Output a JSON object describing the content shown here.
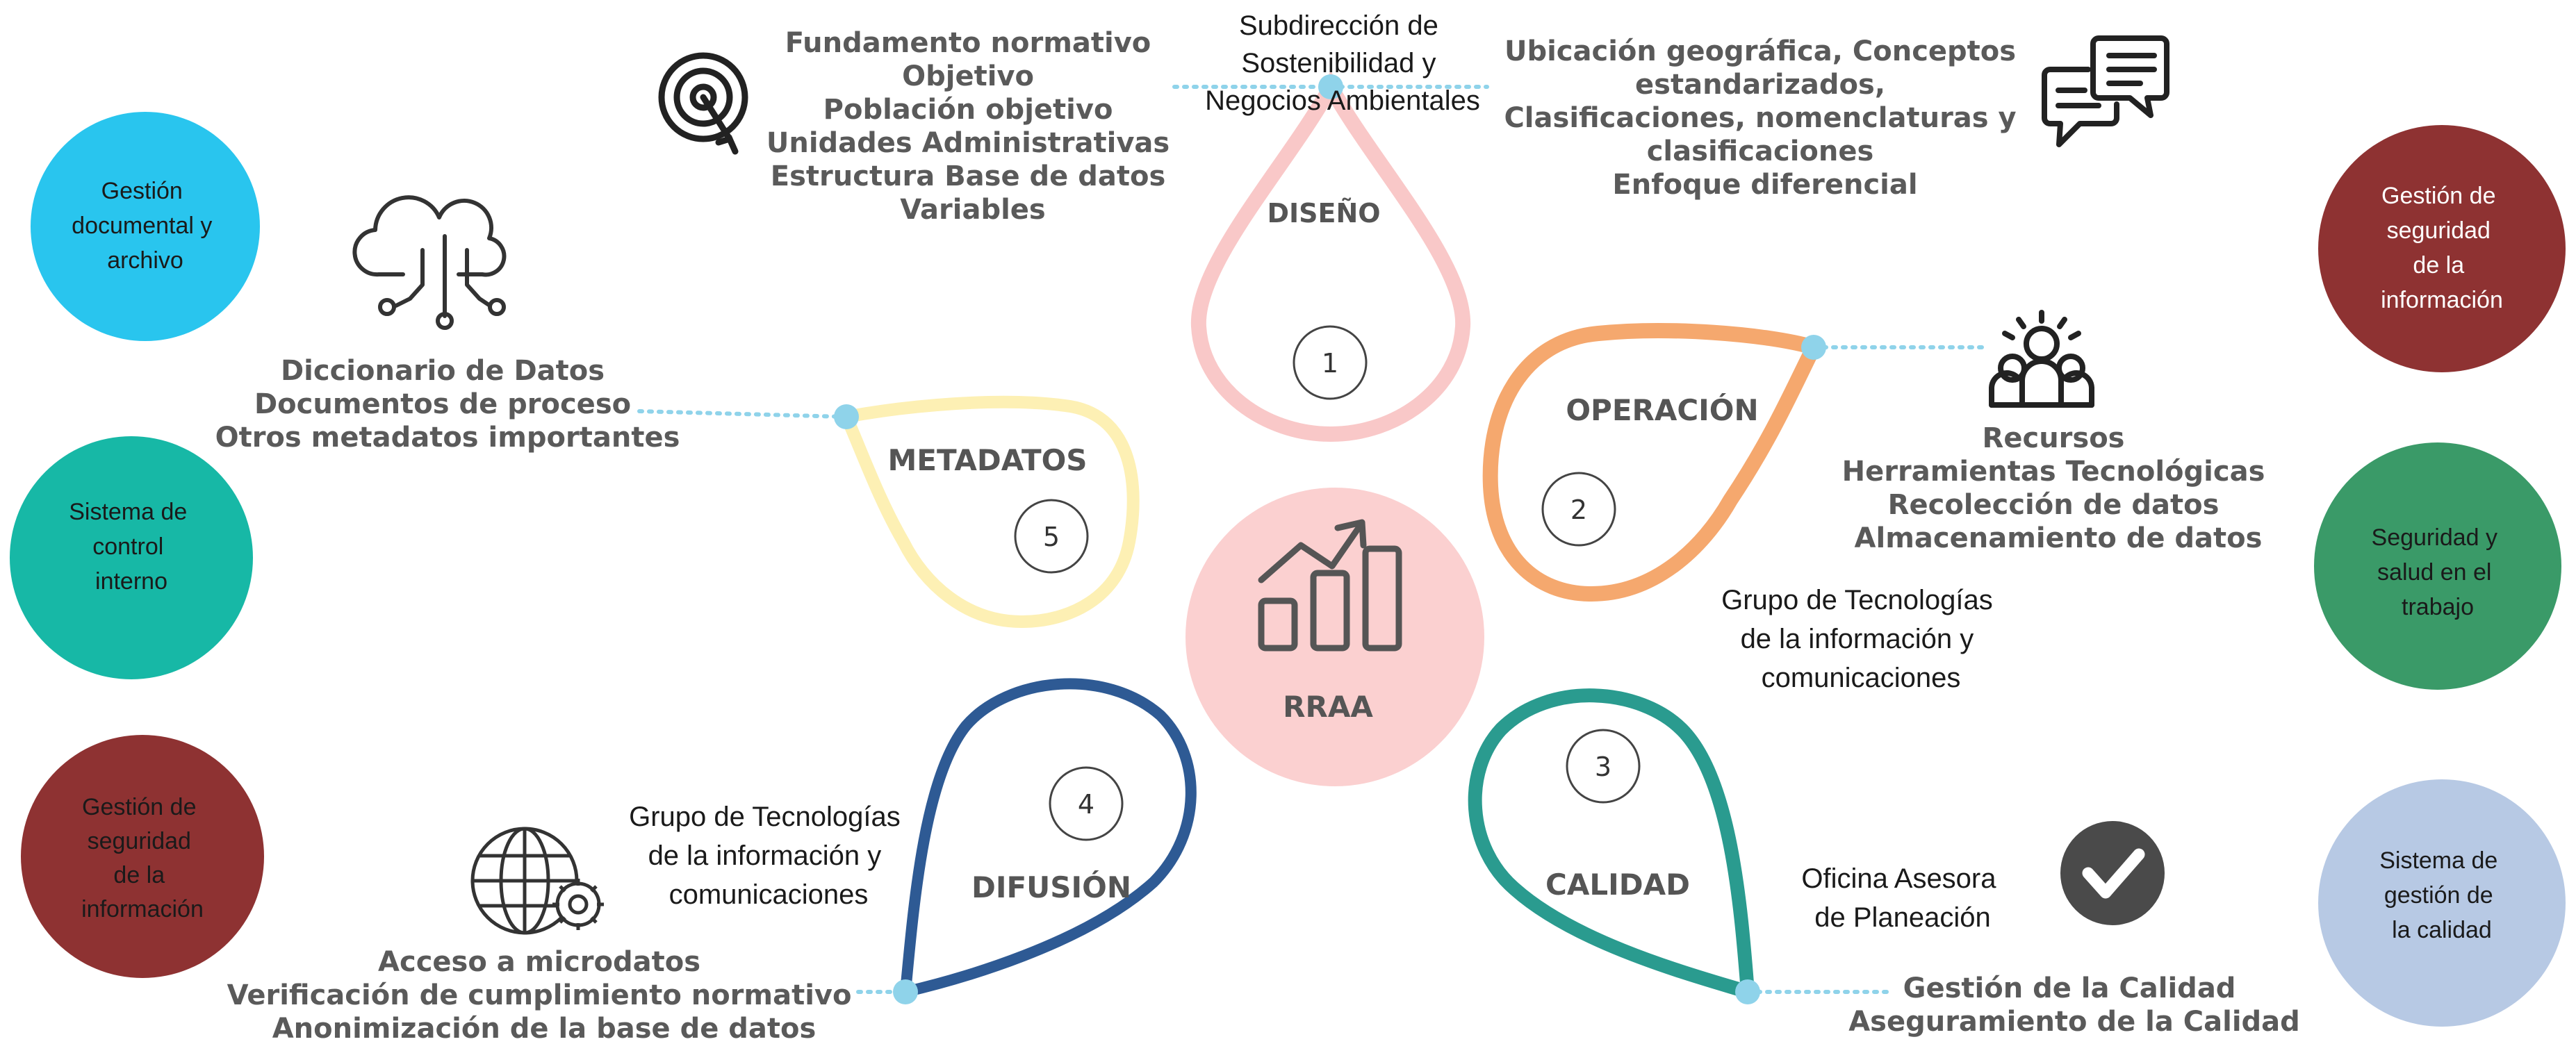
{
  "center": {
    "label": "RRAA",
    "icon": "growth-chart-icon",
    "color": "#fbd0d0"
  },
  "stages": [
    {
      "number": "1",
      "title": "DISEÑO",
      "color": "#f9c8c8"
    },
    {
      "number": "2",
      "title": "OPERACIÓN",
      "color": "#f5a86e"
    },
    {
      "number": "3",
      "title": "CALIDAD",
      "color": "#2a9b8f"
    },
    {
      "number": "4",
      "title": "DIFUSIÓN",
      "color": "#2e5a94"
    },
    {
      "number": "5",
      "title": "METADATOS",
      "color": "#fdf0b4"
    }
  ],
  "diseno": {
    "responsible": [
      "Subdirección de",
      "Sostenibilidad y",
      "Negocios Ambientales"
    ],
    "left_items": [
      "Fundamento normativo",
      "Objetivo",
      "Población objetivo",
      "Unidades Administrativas",
      "Estructura Base de datos",
      "Variables"
    ],
    "right_items": [
      "Ubicación geográfica, Conceptos",
      "estandarizados,",
      "Clasificaciones, nomenclaturas y",
      "clasificaciones",
      "Enfoque diferencial"
    ]
  },
  "operacion": {
    "items": [
      "Recursos",
      "Herramientas Tecnológicas",
      "Recolección de datos",
      "Almacenamiento de datos"
    ],
    "responsible": [
      "Grupo de Tecnologías",
      "de la información y",
      "comunicaciones"
    ]
  },
  "calidad": {
    "responsible": [
      "Oficina Asesora",
      "de Planeación"
    ],
    "items": [
      "Gestión de la Calidad",
      "Aseguramiento de la Calidad"
    ]
  },
  "difusion": {
    "responsible": [
      "Grupo de Tecnologías",
      "de la información y",
      "comunicaciones"
    ],
    "items": [
      "Acceso a microdatos",
      "Verificación de cumplimiento normativo",
      "Anonimización de la base de datos"
    ]
  },
  "metadatos": {
    "items": [
      "Diccionario de Datos",
      "Documentos de proceso",
      "Otros metadatos importantes"
    ]
  },
  "side_circles": [
    {
      "lines": [
        "Gestión",
        "documental y",
        "archivo"
      ],
      "color": "#29c5ee",
      "text_color": "#1a1a1a"
    },
    {
      "lines": [
        "Sistema de",
        "control",
        "interno"
      ],
      "color": "#17b8a6",
      "text_color": "#1a1a1a"
    },
    {
      "lines": [
        "Gestión de",
        "seguridad",
        "de la",
        "información"
      ],
      "color": "#8e3232",
      "text_color": "#1a1a1a"
    },
    {
      "lines": [
        "Gestión de",
        "seguridad",
        "de la",
        "información"
      ],
      "color": "#8e3232",
      "text_color": "#ffffff"
    },
    {
      "lines": [
        "Seguridad y",
        "salud en el",
        "trabajo"
      ],
      "color": "#3a9a68",
      "text_color": "#1a1a1a"
    },
    {
      "lines": [
        "Sistema de",
        "gestión de",
        "la calidad"
      ],
      "color": "#b7c9e4",
      "text_color": "#1a1a1a"
    }
  ],
  "icons": [
    "target-icon",
    "chat-bubbles-icon",
    "cloud-network-icon",
    "team-icon",
    "globe-gear-icon",
    "checkmark-icon"
  ],
  "connector_color": "#8fd3ea"
}
